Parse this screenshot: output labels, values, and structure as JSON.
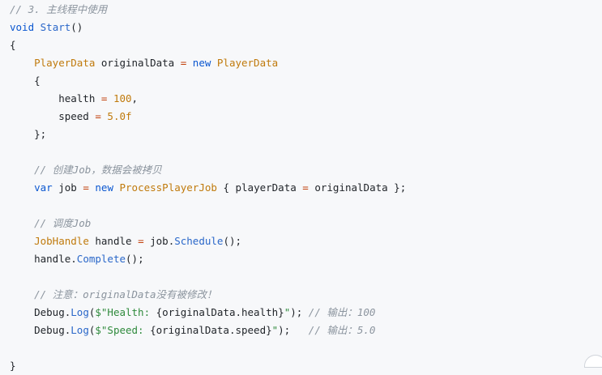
{
  "theme": {
    "background": "#f7f8fa",
    "comment": "#8b949e",
    "keyword": "#0b57d0",
    "type": "#c07a0c",
    "number": "#c07a0c",
    "string": "#2f8a3c",
    "method": "#2a67c9",
    "operator": "#c2410c"
  },
  "lines": [
    [
      {
        "t": "comment",
        "v": "// 3. 主线程中使用"
      }
    ],
    [
      {
        "t": "keyword",
        "v": "void"
      },
      {
        "t": "plain",
        "v": " "
      },
      {
        "t": "method",
        "v": "Start"
      },
      {
        "t": "plain",
        "v": "()"
      }
    ],
    [
      {
        "t": "plain",
        "v": "{"
      }
    ],
    [
      {
        "t": "plain",
        "v": "    "
      },
      {
        "t": "type",
        "v": "PlayerData"
      },
      {
        "t": "plain",
        "v": " originalData "
      },
      {
        "t": "op",
        "v": "="
      },
      {
        "t": "plain",
        "v": " "
      },
      {
        "t": "keyword",
        "v": "new"
      },
      {
        "t": "plain",
        "v": " "
      },
      {
        "t": "type",
        "v": "PlayerData"
      }
    ],
    [
      {
        "t": "plain",
        "v": "    {"
      }
    ],
    [
      {
        "t": "plain",
        "v": "        health "
      },
      {
        "t": "op",
        "v": "="
      },
      {
        "t": "plain",
        "v": " "
      },
      {
        "t": "number",
        "v": "100"
      },
      {
        "t": "plain",
        "v": ","
      }
    ],
    [
      {
        "t": "plain",
        "v": "        speed "
      },
      {
        "t": "op",
        "v": "="
      },
      {
        "t": "plain",
        "v": " "
      },
      {
        "t": "number",
        "v": "5.0f"
      }
    ],
    [
      {
        "t": "plain",
        "v": "    };"
      }
    ],
    [
      {
        "t": "plain",
        "v": ""
      }
    ],
    [
      {
        "t": "plain",
        "v": "    "
      },
      {
        "t": "comment",
        "v": "// 创建Job，数据会被拷贝"
      }
    ],
    [
      {
        "t": "plain",
        "v": "    "
      },
      {
        "t": "keyword",
        "v": "var"
      },
      {
        "t": "plain",
        "v": " job "
      },
      {
        "t": "op",
        "v": "="
      },
      {
        "t": "plain",
        "v": " "
      },
      {
        "t": "keyword",
        "v": "new"
      },
      {
        "t": "plain",
        "v": " "
      },
      {
        "t": "type",
        "v": "ProcessPlayerJob"
      },
      {
        "t": "plain",
        "v": " { playerData "
      },
      {
        "t": "op",
        "v": "="
      },
      {
        "t": "plain",
        "v": " originalData };"
      }
    ],
    [
      {
        "t": "plain",
        "v": ""
      }
    ],
    [
      {
        "t": "plain",
        "v": "    "
      },
      {
        "t": "comment",
        "v": "// 调度Job"
      }
    ],
    [
      {
        "t": "plain",
        "v": "    "
      },
      {
        "t": "type",
        "v": "JobHandle"
      },
      {
        "t": "plain",
        "v": " handle "
      },
      {
        "t": "op",
        "v": "="
      },
      {
        "t": "plain",
        "v": " job."
      },
      {
        "t": "method",
        "v": "Schedule"
      },
      {
        "t": "plain",
        "v": "();"
      }
    ],
    [
      {
        "t": "plain",
        "v": "    handle."
      },
      {
        "t": "method",
        "v": "Complete"
      },
      {
        "t": "plain",
        "v": "();"
      }
    ],
    [
      {
        "t": "plain",
        "v": ""
      }
    ],
    [
      {
        "t": "plain",
        "v": "    "
      },
      {
        "t": "comment",
        "v": "// 注意：originalData没有被修改！"
      }
    ],
    [
      {
        "t": "plain",
        "v": "    Debug."
      },
      {
        "t": "method",
        "v": "Log"
      },
      {
        "t": "plain",
        "v": "("
      },
      {
        "t": "string",
        "v": "$\"Health: "
      },
      {
        "t": "plain",
        "v": "{originalData.health}"
      },
      {
        "t": "string",
        "v": "\""
      },
      {
        "t": "plain",
        "v": "); "
      },
      {
        "t": "comment",
        "v": "// 输出：100"
      }
    ],
    [
      {
        "t": "plain",
        "v": "    Debug."
      },
      {
        "t": "method",
        "v": "Log"
      },
      {
        "t": "plain",
        "v": "("
      },
      {
        "t": "string",
        "v": "$\"Speed: "
      },
      {
        "t": "plain",
        "v": "{originalData.speed}"
      },
      {
        "t": "string",
        "v": "\""
      },
      {
        "t": "plain",
        "v": ");   "
      },
      {
        "t": "comment",
        "v": "// 输出：5.0"
      }
    ],
    [
      {
        "t": "plain",
        "v": ""
      }
    ],
    [
      {
        "t": "plain",
        "v": "}"
      }
    ]
  ]
}
